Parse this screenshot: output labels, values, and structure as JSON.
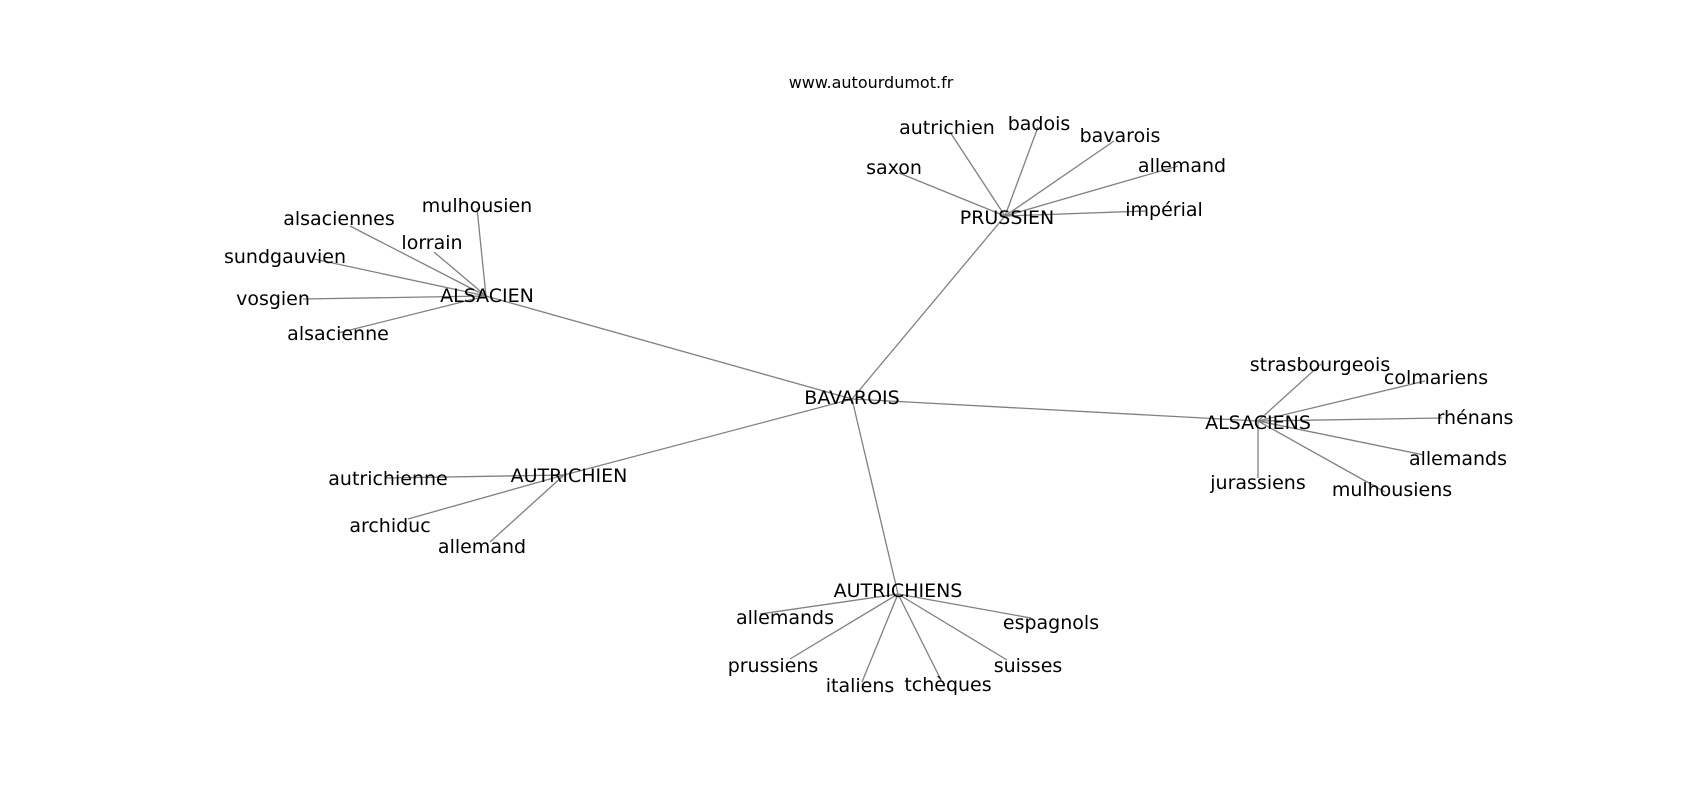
{
  "source": "www.autourdumot.fr",
  "center": "BAVAROIS",
  "groups": [
    {
      "label": "PRUSSIEN",
      "words": [
        "saxon",
        "autrichien",
        "badois",
        "bavarois",
        "allemand",
        "impérial"
      ]
    },
    {
      "label": "ALSACIEN",
      "words": [
        "mulhousien",
        "alsaciennes",
        "lorrain",
        "sundgauvien",
        "vosgien",
        "alsacienne"
      ]
    },
    {
      "label": "ALSACIENS",
      "words": [
        "strasbourgeois",
        "colmariens",
        "rhénans",
        "allemands",
        "jurassiens",
        "mulhousiens"
      ]
    },
    {
      "label": "AUTRICHIEN",
      "words": [
        "autrichienne",
        "archiduc",
        "allemand"
      ]
    },
    {
      "label": "AUTRICHIENS",
      "words": [
        "allemands",
        "espagnols",
        "prussiens",
        "suisses",
        "italiens",
        "tchèques"
      ]
    }
  ]
}
